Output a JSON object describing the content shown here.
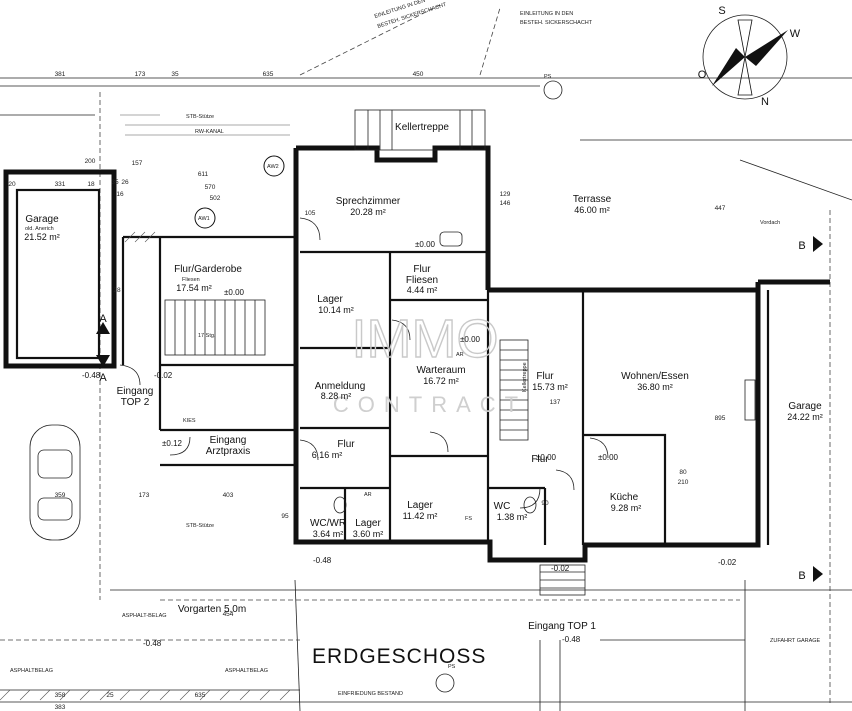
{
  "title": "ERDGESCHOSS",
  "compass": [
    "S",
    "W",
    "O",
    "N"
  ],
  "watermark": {
    "brand": "IMMO",
    "sub": "CONTRACT"
  },
  "rooms": [
    {
      "id": "sprechzimmer",
      "name": "Sprechzimmer",
      "area": "20.28 m²"
    },
    {
      "id": "terrasse",
      "name": "Terrasse",
      "area": "46.00 m²"
    },
    {
      "id": "garage-left",
      "name": "Garage",
      "sub": "old. Anerich",
      "area": "21.52 m²"
    },
    {
      "id": "flur-garderobe",
      "name": "Flur/Garderobe",
      "sub": "Fliesen",
      "area": "17.54 m²"
    },
    {
      "id": "lager-1",
      "name": "Lager",
      "area": "10.14 m²"
    },
    {
      "id": "flur-fliesen",
      "name": "Flur",
      "sub": "Fliesen",
      "area": "4.44 m²"
    },
    {
      "id": "anmeldung",
      "name": "Anmeldung",
      "area": "8.28 m²"
    },
    {
      "id": "warteraum",
      "name": "Warteraum",
      "area": "16.72 m²"
    },
    {
      "id": "flur-mid",
      "name": "Flur",
      "area": "15.73 m²"
    },
    {
      "id": "wohnen-essen",
      "name": "Wohnen/Essen",
      "area": "36.80 m²"
    },
    {
      "id": "garage-right",
      "name": "Garage",
      "area": "24.22 m²"
    },
    {
      "id": "flur-small",
      "name": "Flur",
      "area": "6.16 m²"
    },
    {
      "id": "lager-2",
      "name": "Lager",
      "area": "11.42 m²"
    },
    {
      "id": "wc-right",
      "name": "WC",
      "area": "1.38 m²"
    },
    {
      "id": "kueche",
      "name": "Küche",
      "area": "9.28 m²"
    },
    {
      "id": "wc-wr",
      "name": "WC/WR",
      "area": "3.64 m²"
    },
    {
      "id": "lager-3",
      "name": "Lager",
      "area": "3.60 m²"
    },
    {
      "id": "flur-right",
      "name": "Flur",
      "area": ""
    }
  ],
  "labels": {
    "eingang_top2": [
      "Eingang",
      "TOP 2"
    ],
    "eingang_arztpraxis": [
      "Eingang",
      "Arztpraxis"
    ],
    "eingang_top1": "Eingang TOP 1",
    "kellertreppe_top": "Kellertreppe",
    "kellertreppe_side": "Kellertreppe",
    "vorgarten": "Vorgarten 5,0m",
    "kies": "KIES",
    "asphaltbelag_left": "ASPHALTBELAG",
    "asphaltbelag_mid": "ASPHALTBELAG",
    "asphaltbelag_small": "ASPHALT-BELAG",
    "zufahrt_garage": "ZUFAHRT GARAGE",
    "einleitung_1": "EINLEITUNG IN DEN",
    "einleitung_2": "BESTEH. SICKERSCHACHT",
    "einleitung_b_1": "EINLEITUNG IN DEN",
    "einleitung_b_2": "BESTEH. SICKERSCHACHT",
    "einfriedung": "EINFRIEDUNG BESTAND",
    "stb_stuetze": "STB-Stütze",
    "aw1": "AW1",
    "aw2": "AW2",
    "ar": "AR",
    "steps": "17 Stg.",
    "rw_kanal": "RW-KANAL",
    "fs": "FS",
    "ps": "PS",
    "vordach": "Vordach"
  },
  "section_marks": [
    "A",
    "A",
    "B",
    "B"
  ],
  "elevations": [
    "±0.00",
    "-0.48",
    "-0.02",
    "±0.12",
    "±0.00",
    "±0.00",
    "±0.00",
    "-0.02",
    "-0.48",
    "-0.48",
    "±0.00",
    "-0.48",
    "-0.02"
  ],
  "dimensions": {
    "top_row": [
      "381",
      "173",
      "35",
      "635",
      "450"
    ],
    "left_side": [
      "331",
      "611",
      "570",
      "502",
      "157",
      "26",
      "35",
      "16",
      "20",
      "18",
      "28"
    ],
    "bottom_row": [
      "358",
      "25",
      "635",
      "383",
      "454",
      "359",
      "173",
      "403"
    ],
    "misc": [
      "105",
      "129",
      "146",
      "200",
      "80",
      "210",
      "90",
      "95",
      "895",
      "447",
      "137"
    ]
  }
}
